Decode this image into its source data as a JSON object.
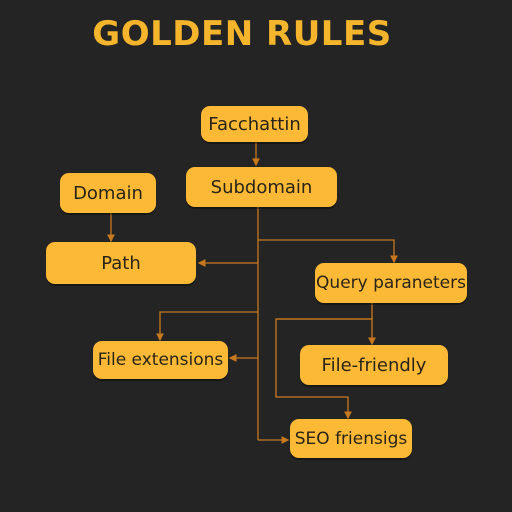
{
  "title": "GOLDEN RULES",
  "colors": {
    "background": "#252424",
    "node_fill": "#fcb936",
    "title": "#f4b52c",
    "connector": "#c8781f"
  },
  "nodes": {
    "facchattin": "Facchattin",
    "domain": "Domain",
    "subdomain": "Subdomain",
    "path": "Path",
    "query_parameters": "Query paraneters",
    "file_extensions": "File extensions",
    "file_friendly": "File-friendly",
    "seo_friendly": "SEO friensigs"
  }
}
